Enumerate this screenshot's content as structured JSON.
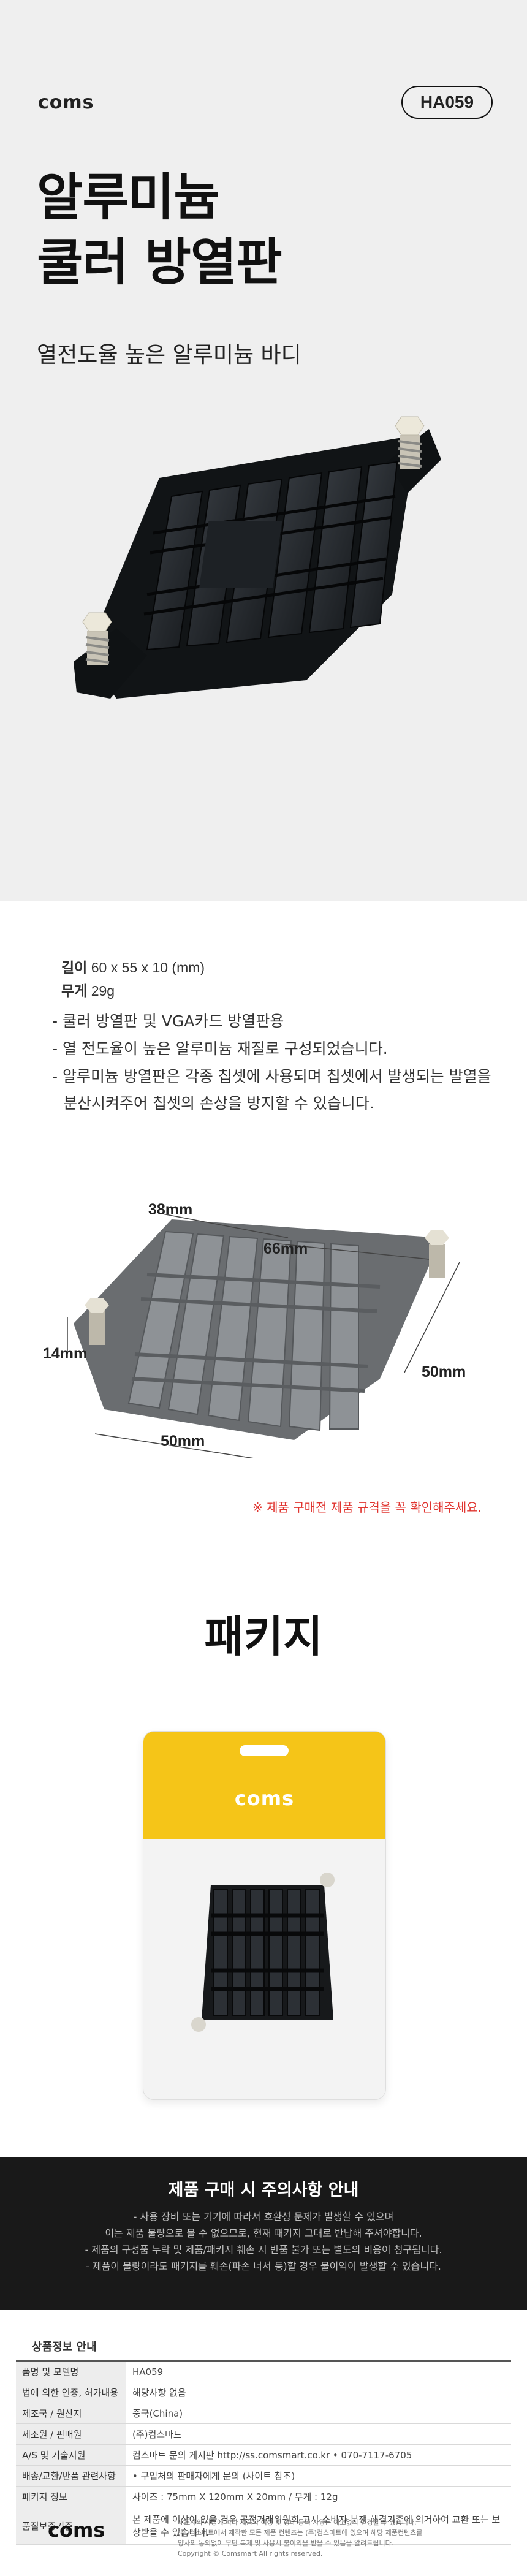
{
  "header": {
    "brand": "coms",
    "model_code": "HA059"
  },
  "hero": {
    "title_line1": "알루미늄",
    "title_line2": "쿨러 방열판",
    "subtitle": "열전도율 높은 알루미늄 바디"
  },
  "specs": {
    "size_label": "길이",
    "size_value": "60 x 55 x 10 (mm)",
    "weight_label": "무게",
    "weight_value": "29g"
  },
  "features": [
    "- 쿨러 방열판 및 VGA카드 방열판용",
    "- 열 전도율이 높은 알루미늄 재질로 구성되었습니다.",
    "- 알루미늄 방열판은 각종 칩셋에 사용되며 칩셋에서 발생되는 발열을",
    "분산시켜주어 칩셋의 손상을 방지할 수 있습니다."
  ],
  "dimensions": {
    "d38": "38mm",
    "d66": "66mm",
    "d14": "14mm",
    "d50a": "50mm",
    "d50b": "50mm"
  },
  "notice": "※ 제품 구매전 제품 규격을 꼭 확인해주세요.",
  "package": {
    "title": "패키지",
    "bag_brand": "coms"
  },
  "caution": {
    "title": "제품 구매 시 주의사항 안내",
    "lines": [
      "- 사용 장비 또는 기기에 따라서 호환성 문제가 발생할 수 있으며",
      "이는 제품 불량으로 볼 수 없으므로, 현재 패키지 그대로 반납해 주셔야합니다.",
      "- 제품의 구성품 누락 및 제품/패키지 훼손 시 반품 불가 또는 별도의 비용이 청구됩니다.",
      "- 제품이 불량이라도 패키지를 훼손(파손 너서 등)할 경우 불이익이 발생할 수 있습니다."
    ]
  },
  "product_info": {
    "heading": "상품정보 안내",
    "rows": [
      {
        "k": "품명 및 모델명",
        "v": "HA059"
      },
      {
        "k": "법에 의한 인증, 허가내용",
        "v": "해당사항 없음"
      },
      {
        "k": "제조국 / 원산지",
        "v": "중국(China)"
      },
      {
        "k": "제조원 / 판매원",
        "v": "(주)컴스마트"
      },
      {
        "k": "A/S 및 기술지원",
        "v": "컴스마트 문의 게시판  http://ss.comsmart.co.kr  •  070-7117-6705"
      },
      {
        "k": "배송/교환/반품 관련사항",
        "v": "• 구입처의 판매자에게 문의 (사이트 참조)"
      },
      {
        "k": "패키지 정보",
        "v": "사이즈 : 75mm X 120mm X 20mm   /   무게 : 12g"
      },
      {
        "k": "품질보증기준",
        "v": "본 제품에 이상이 있을 경우 공정거래위원회 고시 소비자 분쟁 해결기준에 의거하여 교환 또는 보상받을 수 있습니다."
      }
    ]
  },
  "footer": {
    "brand": "coms",
    "lines": [
      "제조사의 사정에 따라 제품의 색상 및 형태 등의 사양은 예고없이 변경될 수 있습니다.",
      "(주)컴스마트에서 제작한 모든 제품 컨텐츠는 (주)컴스마트에 있으며 해당 제품컨텐츠를",
      "양사의 동의없이 무단 복제 및 사용시 불이익을 받을 수 있음을 알려드립니다.",
      "Copyright © Comsmart All rights reserved."
    ]
  },
  "colors": {
    "hero_bg": "#efefef",
    "caution_bg": "#191919",
    "accent_yellow": "#f5c518",
    "notice_red": "#e0342f",
    "caution_highlight": "#26c5d6"
  }
}
